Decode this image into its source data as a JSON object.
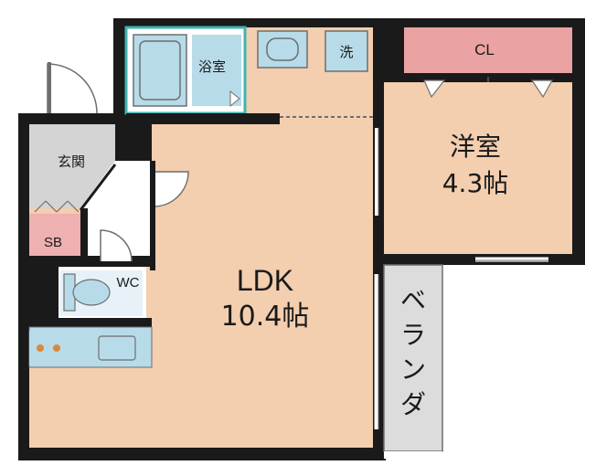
{
  "rooms": {
    "ldk": {
      "name": "LDK",
      "size": "10.4帖"
    },
    "western": {
      "name": "洋室",
      "size": "4.3帖"
    },
    "bath": {
      "name": "浴室"
    },
    "laundry": {
      "name": "洗"
    },
    "closet": {
      "name": "CL"
    },
    "entrance": {
      "name": "玄関"
    },
    "shoe_box": {
      "name": "SB"
    },
    "toilet": {
      "name": "WC"
    },
    "veranda": {
      "name": "ベランダ"
    }
  },
  "colors": {
    "floor": "#f3ceaf",
    "bath_blue": "#b7dbe9",
    "bath_border": "#3fb3b3",
    "hall_gray": "#d4d4d4",
    "closet_pink": "#eba2a2",
    "sb_pink": "#eeb0b0",
    "veranda_gray": "#dcdcdc",
    "wall": "#1a1a1a"
  }
}
